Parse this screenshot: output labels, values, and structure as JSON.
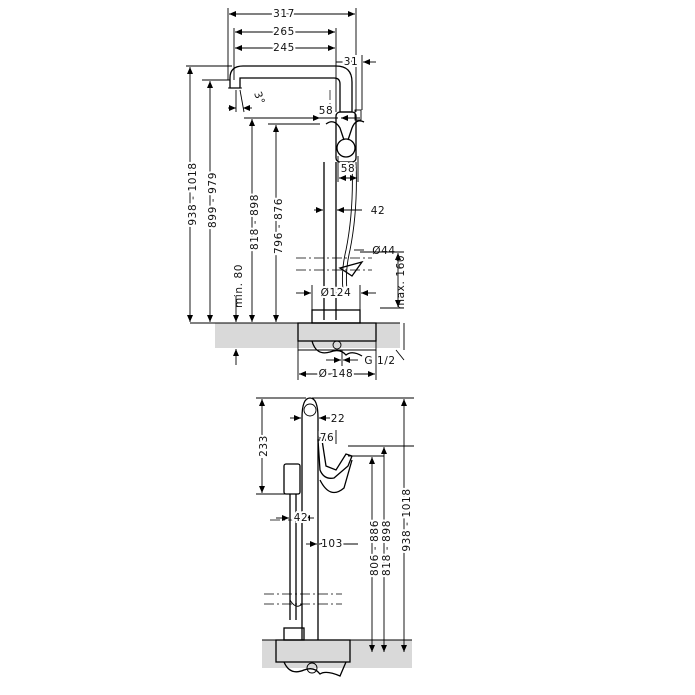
{
  "drawing": {
    "top_view": {
      "dims": {
        "width_317": "317",
        "width_265": "265",
        "width_245": "245",
        "offset_31": "31",
        "angle_3": "3°",
        "lever_58_top": "58",
        "lever_58_side": "58",
        "pipe_42": "42",
        "dia_44": "Ø44",
        "max_160": "max. 160",
        "dia_124": "Ø124",
        "min_80": "min. 80",
        "height_938_1018": "938 - 1018",
        "height_899_979": "899 - 979",
        "height_818_898": "818 - 898",
        "height_796_876": "796 - 876",
        "thread_g12": "G 1/2",
        "dia_148": "Ø 148"
      }
    },
    "side_view": {
      "dims": {
        "d_22": "22",
        "d_76": "76",
        "h_233": "233",
        "d_42": "42",
        "d_103": "103",
        "h_806_886": "806 - 886",
        "h_818_898": "818 - 898",
        "h_938_1018": "938 - 1018"
      }
    }
  }
}
